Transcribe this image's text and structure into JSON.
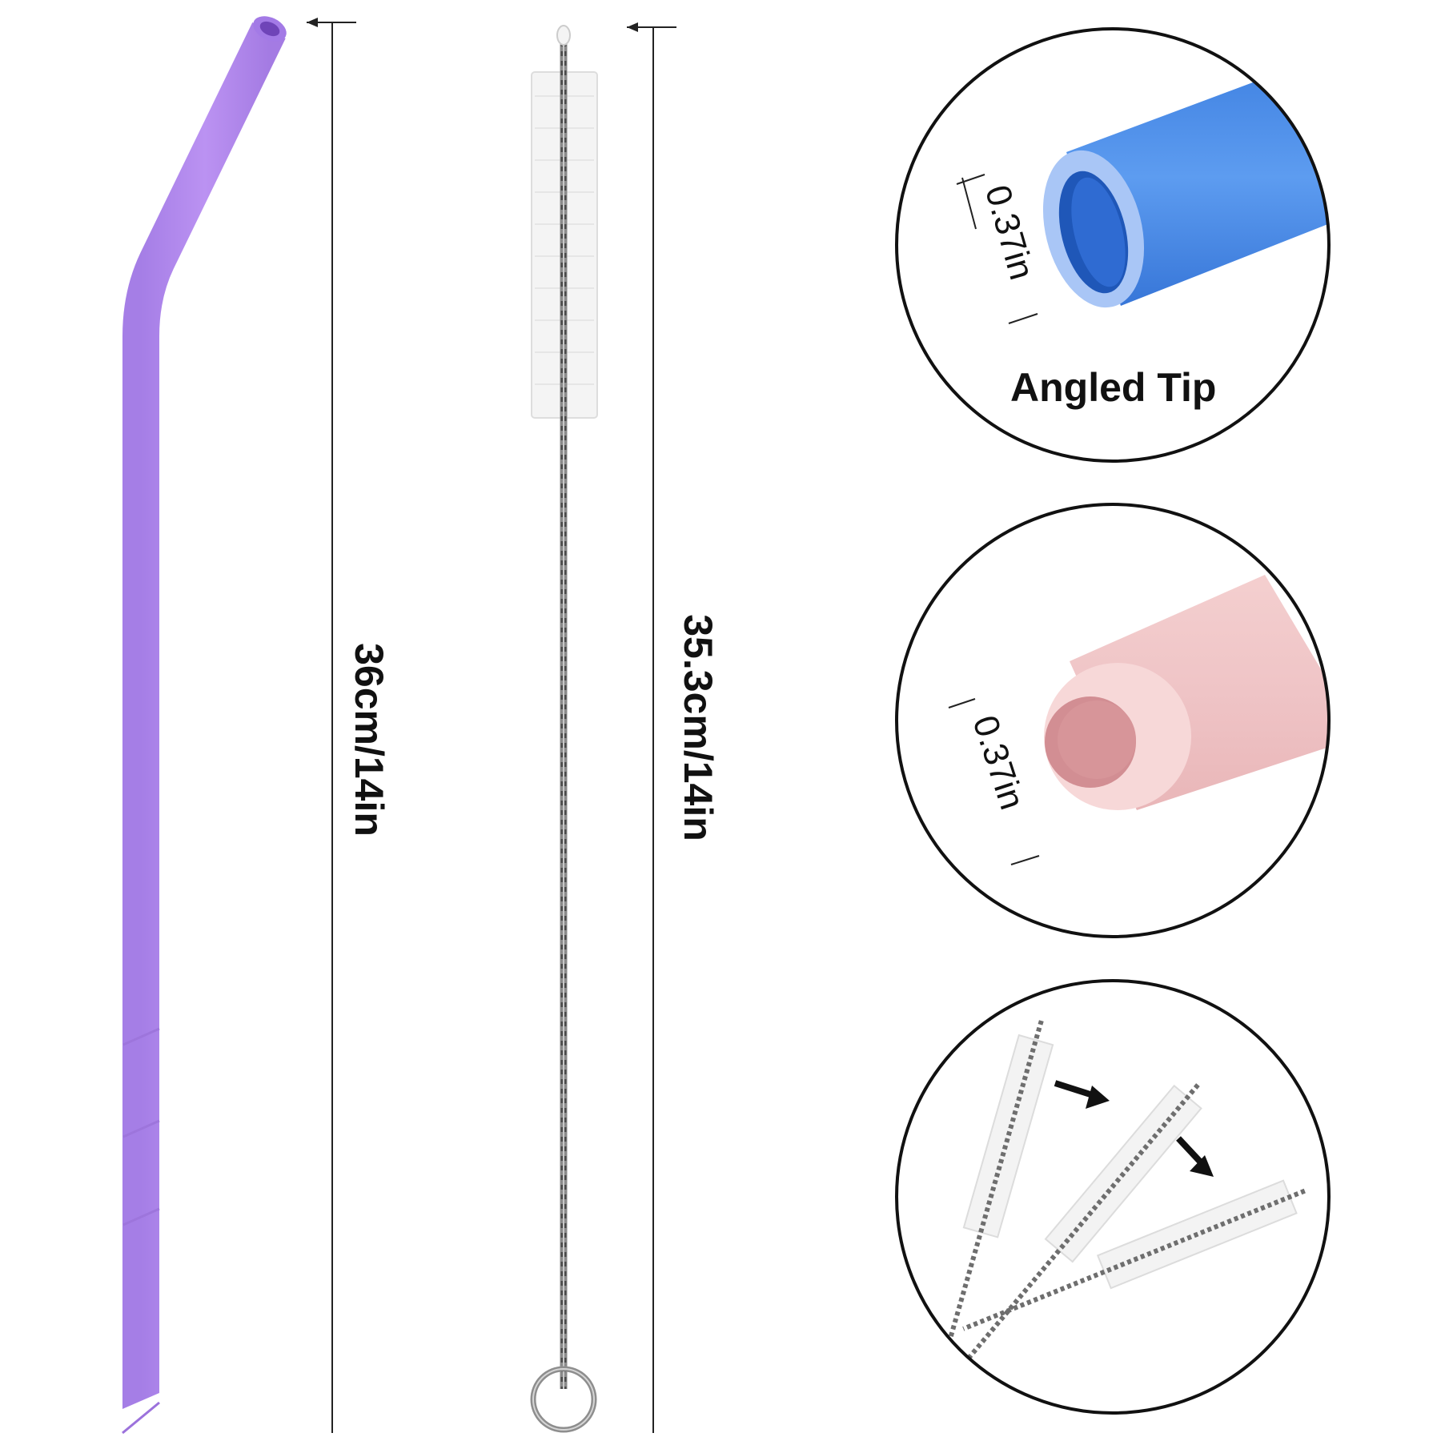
{
  "straw": {
    "length_label": "36cm/14in",
    "color": "#b58bee"
  },
  "brush": {
    "length_label": "35.3cm/14in"
  },
  "details": {
    "angled_tip": {
      "diameter_label": "0.37in",
      "caption": "Angled Tip",
      "color": "#4a8be8"
    },
    "straight_tip": {
      "diameter_label": "0.37in",
      "color": "#eec0c2"
    },
    "cleaning_demo": {
      "arrow_icons": [
        "arrow-right-down-icon",
        "arrow-right-down-icon"
      ]
    }
  }
}
